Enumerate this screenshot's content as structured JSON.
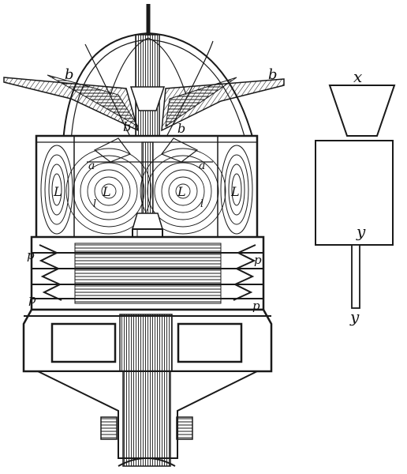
{
  "labels": {
    "b_left_top": "b",
    "b_right_top": "b",
    "b_inner_left": "b",
    "b_inner_right": "b",
    "a_left": "a",
    "a_right": "a",
    "L1": "L",
    "L2": "L",
    "L3": "L",
    "L4": "L",
    "l_left_lower": "l",
    "l_right_lower": "l",
    "p1": "p",
    "p2": "p",
    "p3": "p",
    "p4": "p",
    "x": "x",
    "y_upper": "y",
    "y_lower": "y"
  },
  "colors": {
    "ink": "#1a1a1a",
    "paper": "#ffffff"
  }
}
